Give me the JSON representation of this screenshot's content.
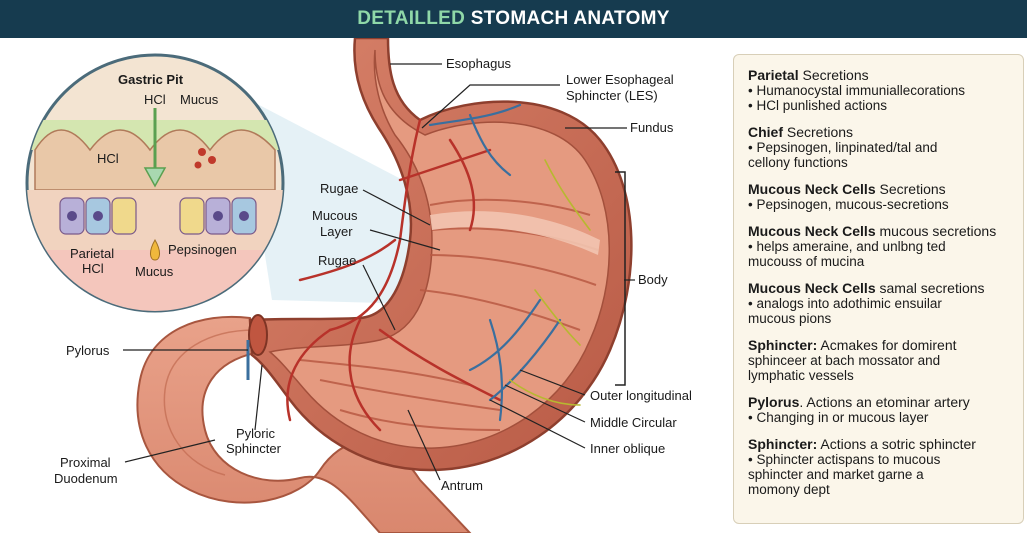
{
  "title": {
    "highlight": "DETAILLED",
    "rest": " STOMACH ANATOMY"
  },
  "inset": {
    "heading": "Gastric Pit",
    "labels": {
      "hcl_top": "HCl",
      "mucus_top": "Mucus",
      "hcl_left": "HCl",
      "parietal": "Parietal",
      "parietal_hcl": "HCl",
      "mucus_bottom": "Mucus",
      "pepsinogen": "Pepsinogen"
    }
  },
  "labels": {
    "esophagus": "Esophagus",
    "les_line1": "Lower Esophageal",
    "les_line2": "Sphincter (LES)",
    "fundus": "Fundus",
    "rugae_1": "Rugae",
    "mucous_layer_1": "Mucous",
    "mucous_layer_2": "Layer",
    "rugae_2": "Rugae",
    "body": "Body",
    "pylorus": "Pylorus",
    "pyloric_1": "Pyloric",
    "pyloric_2": "Sphincter",
    "duodenum_1": "Proximal",
    "duodenum_2": "Duodenum",
    "antrum": "Antrum",
    "outer_longitudinal": "Outer longitudinal",
    "middle_circular": "Middle Circular",
    "inner_oblique": "Inner oblique"
  },
  "legend": [
    {
      "bold": "Parietal",
      "rest": " Secretions",
      "lines": [
        "• Humanocystal immuniallecorations",
        "• HCl punlished actions"
      ]
    },
    {
      "bold": "Chief",
      "rest": " Secretions",
      "lines": [
        "• Pepsinogen, linpinated/tal and\n   cellony functions"
      ]
    },
    {
      "bold": "Mucous Neck Cells",
      "rest": " Secretions",
      "lines": [
        "• Pepsinogen, mucous-secretions"
      ]
    },
    {
      "bold": "Mucous Neck Cells",
      "rest": " mucous secretions",
      "lines": [
        "• helps ameraine, and unlbng ted\n   mucouss of mucina"
      ]
    },
    {
      "bold": "Mucous Neck Cells",
      "rest": " samal secretions",
      "lines": [
        "• analogs into adothimic ensuilar\n   mucous pions"
      ]
    },
    {
      "bold": "Sphincter:",
      "rest": " Acmakes for domirent",
      "lines": [
        "sphinceer at bach  mossator and\nlymphatic vessels"
      ]
    },
    {
      "bold": "Pylorus",
      "rest": ". Actions an etominar artery",
      "lines": [
        "• Changing in or mucous layer"
      ]
    },
    {
      "bold": "Sphincter:",
      "rest": " Actions a sotric sphincter",
      "lines": [
        "• Sphincter actispans to mucous\n   sphincter and market garne a\n   momony dept"
      ]
    }
  ],
  "colors": {
    "title_bg": "#163b4f",
    "title_highlight": "#8fd8a8",
    "stomach_wall": "#c96a55",
    "stomach_inner": "#e8a08a",
    "artery": "#b8322a",
    "vein": "#3a6f9e",
    "nerve": "#b7b830",
    "legend_bg": "#fbf6ea"
  }
}
